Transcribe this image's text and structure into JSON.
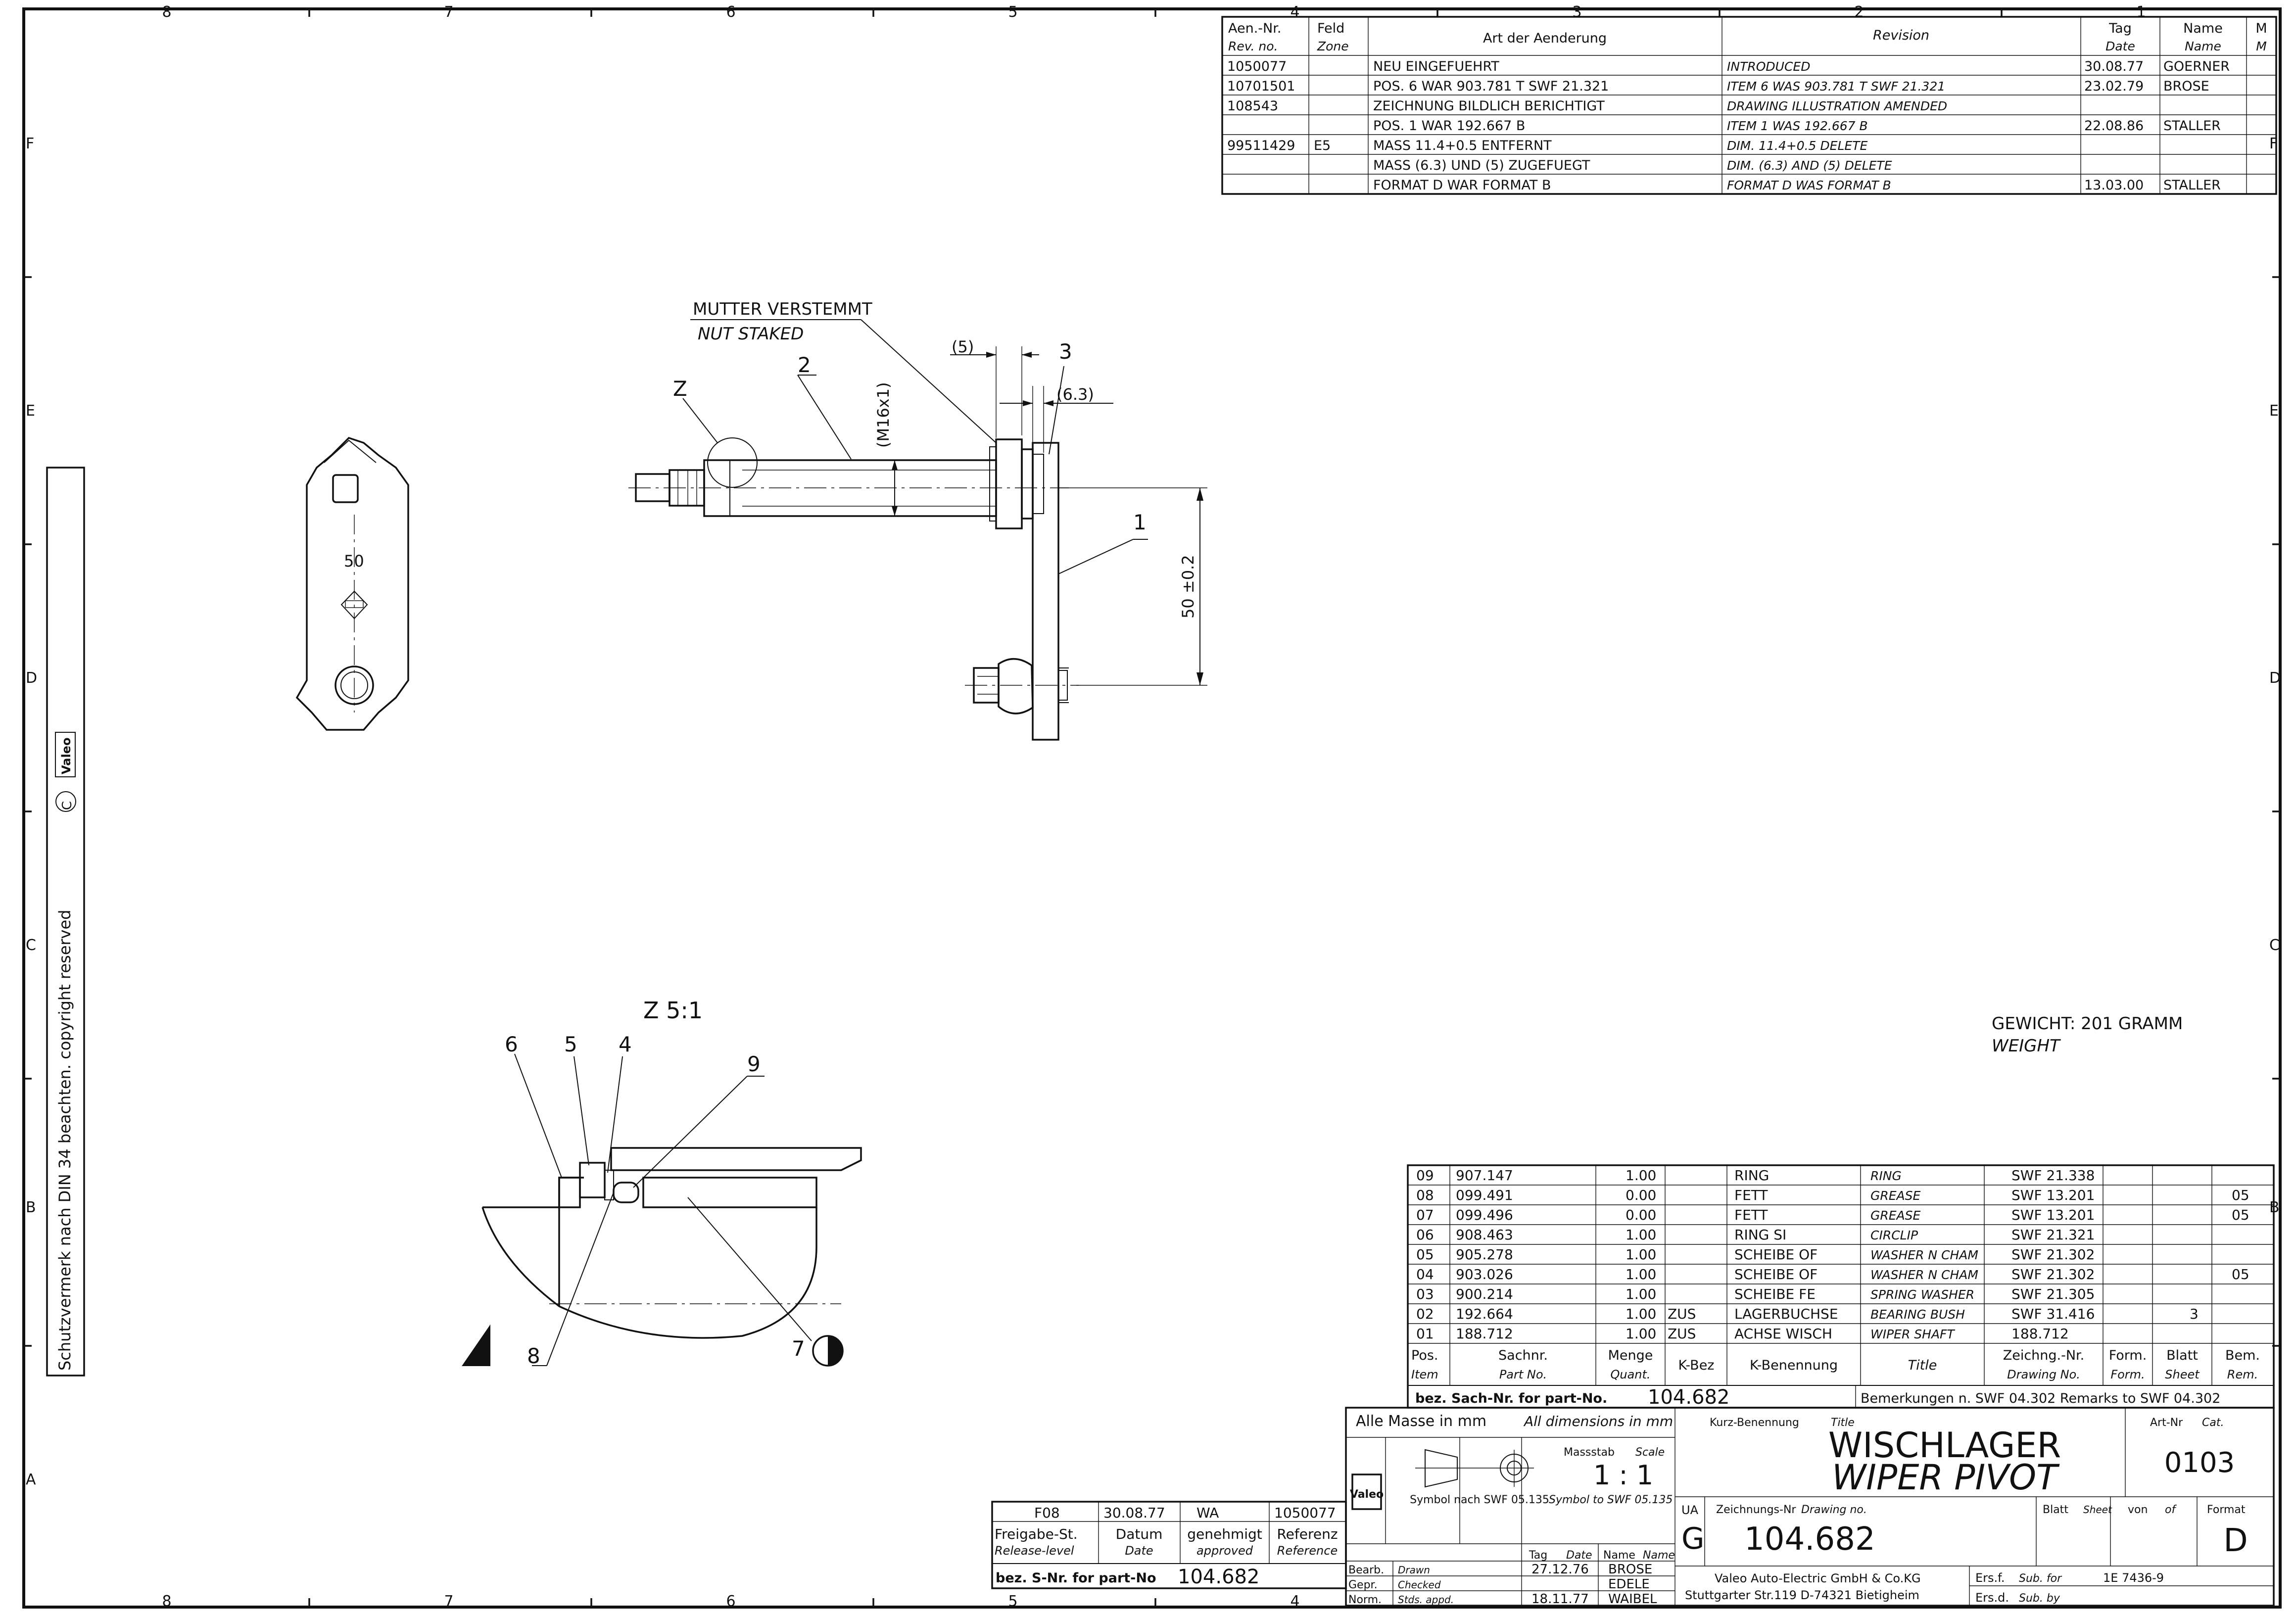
{
  "border": {
    "columns": [
      "8",
      "7",
      "6",
      "5",
      "4",
      "3",
      "2",
      "1"
    ],
    "rows": [
      "F",
      "E",
      "D",
      "C",
      "B",
      "A"
    ]
  },
  "copyright": {
    "text": "Schutzvermerk nach DIN 34 beachten.  copyright reserved",
    "brand": "Valeo"
  },
  "revision_table": {
    "headers": {
      "rev_no": "Aen.-Nr.",
      "rev_no_en": "Rev. no.",
      "zone": "Feld",
      "zone_en": "Zone",
      "change": "Art der Aenderung",
      "revision": "Revision",
      "date": "Tag",
      "date_en": "Date",
      "name": "Name",
      "name_en": "Name",
      "m": "M",
      "m_en": "M"
    },
    "rows": [
      {
        "rev_no": "1050077",
        "zone": "",
        "change": "NEU EINGEFUEHRT",
        "revision": "INTRODUCED",
        "date": "30.08.77",
        "name": "GOERNER"
      },
      {
        "rev_no": "10701501",
        "zone": "",
        "change": "POS. 6 WAR 903.781 T SWF 21.321",
        "revision": "ITEM 6 WAS 903.781 T SWF 21.321",
        "date": "23.02.79",
        "name": "BROSE"
      },
      {
        "rev_no": "108543",
        "zone": "",
        "change": "ZEICHNUNG BILDLICH BERICHTIGT",
        "revision": "DRAWING ILLUSTRATION AMENDED",
        "date": "",
        "name": ""
      },
      {
        "rev_no": "",
        "zone": "",
        "change": "POS. 1 WAR 192.667 B",
        "revision": "ITEM 1 WAS 192.667 B",
        "date": "22.08.86",
        "name": "STALLER"
      },
      {
        "rev_no": "99511429",
        "zone": "E5",
        "change": "MASS 11.4+0.5 ENTFERNT",
        "revision": "DIM. 11.4+0.5 DELETE",
        "date": "",
        "name": ""
      },
      {
        "rev_no": "",
        "zone": "",
        "change": "MASS (6.3) UND (5) ZUGEFUEGT",
        "revision": "DIM. (6.3) AND (5) DELETE",
        "date": "",
        "name": ""
      },
      {
        "rev_no": "",
        "zone": "",
        "change": "FORMAT D WAR FORMAT B",
        "revision": "FORMAT D WAS FORMAT B",
        "date": "13.03.00",
        "name": "STALLER"
      }
    ]
  },
  "drawing": {
    "note_de": "MUTTER VERSTEMMT",
    "note_en": "NUT STAKED",
    "dim_m16": "(M16x1)",
    "dim_5": "(5)",
    "dim_63": "(6.3)",
    "dim_50": "50 ±0.2",
    "front_50": "50",
    "detail_z": "Z",
    "callouts": {
      "c1": "1",
      "c2": "2",
      "c3": "3",
      "c4": "4",
      "c5": "5",
      "c6": "6",
      "c7": "7",
      "c8": "8",
      "c9": "9"
    },
    "detail_title": "Z 5:1"
  },
  "weight": {
    "label_de": "GEWICHT: 201 GRAMM",
    "label_en": "WEIGHT"
  },
  "parts_list": {
    "headers": {
      "pos": "Pos.",
      "pos_en": "Item",
      "part_no": "Sachnr.",
      "part_no_en": "Part No.",
      "qty": "Menge",
      "qty_en": "Quant.",
      "kbez": "K-Bez",
      "kname": "K-Benennung",
      "title": "Title",
      "drawing_no": "Zeichng.-Nr.",
      "drawing_no_en": "Drawing No.",
      "form": "Form.",
      "form_en": "Form.",
      "sheet": "Blatt",
      "sheet_en": "Sheet",
      "rem": "Bem.",
      "rem_en": "Rem."
    },
    "rows": [
      {
        "pos": "09",
        "part_no": "907.147",
        "qty": "1.00",
        "kbez": "",
        "name_de": "RING",
        "name_en": "RING",
        "dwg": "SWF 21.338",
        "form": "",
        "sheet": "",
        "rem": ""
      },
      {
        "pos": "08",
        "part_no": "099.491",
        "qty": "0.00",
        "kbez": "",
        "name_de": "FETT",
        "name_en": "GREASE",
        "dwg": "SWF 13.201",
        "form": "",
        "sheet": "",
        "rem": "05"
      },
      {
        "pos": "07",
        "part_no": "099.496",
        "qty": "0.00",
        "kbez": "",
        "name_de": "FETT",
        "name_en": "GREASE",
        "dwg": "SWF 13.201",
        "form": "",
        "sheet": "",
        "rem": "05"
      },
      {
        "pos": "06",
        "part_no": "908.463",
        "qty": "1.00",
        "kbez": "",
        "name_de": "RING SI",
        "name_en": "CIRCLIP",
        "dwg": "SWF 21.321",
        "form": "",
        "sheet": "",
        "rem": ""
      },
      {
        "pos": "05",
        "part_no": "905.278",
        "qty": "1.00",
        "kbez": "",
        "name_de": "SCHEIBE OF",
        "name_en": "WASHER N CHAM",
        "dwg": "SWF 21.302",
        "form": "",
        "sheet": "",
        "rem": ""
      },
      {
        "pos": "04",
        "part_no": "903.026",
        "qty": "1.00",
        "kbez": "",
        "name_de": "SCHEIBE OF",
        "name_en": "WASHER N CHAM",
        "dwg": "SWF 21.302",
        "form": "",
        "sheet": "",
        "rem": "05"
      },
      {
        "pos": "03",
        "part_no": "900.214",
        "qty": "1.00",
        "kbez": "",
        "name_de": "SCHEIBE FE",
        "name_en": "SPRING WASHER",
        "dwg": "SWF 21.305",
        "form": "",
        "sheet": "",
        "rem": ""
      },
      {
        "pos": "02",
        "part_no": "192.664",
        "qty": "1.00",
        "kbez": "ZUS",
        "name_de": "LAGERBUCHSE",
        "name_en": "BEARING BUSH",
        "dwg": "SWF 31.416",
        "form": "",
        "sheet": "3",
        "rem": ""
      },
      {
        "pos": "01",
        "part_no": "188.712",
        "qty": "1.00",
        "kbez": "ZUS",
        "name_de": "ACHSE WISCH",
        "name_en": "WIPER SHAFT",
        "dwg": "188.712",
        "form": "",
        "sheet": "",
        "rem": ""
      }
    ],
    "bez_label": "bez. Sach-Nr. for part-No.",
    "bez_value": "104.682",
    "remarks": "Bemerkungen n. SWF 04.302 Remarks to SWF 04.302"
  },
  "title_block": {
    "dims_note_de": "Alle Masse in mm",
    "dims_note_en": "All dimensions in mm",
    "scale_label": "Massstab",
    "scale_label_en": "Scale",
    "scale": "1 : 1",
    "symbol_de": "Symbol nach SWF 05.135",
    "symbol_en": "Symbol to SWF 05.135",
    "short_name_label": "Kurz-Benennung",
    "title_label": "Title",
    "title_de": "WISCHLAGER",
    "title_en": "WIPER PIVOT",
    "cat_label": "Art-Nr",
    "cat_label_en": "Cat.",
    "cat_no": "0103",
    "ua_label": "UA",
    "ua_value": "G",
    "drawing_no_label": "Zeichnungs-Nr",
    "drawing_no_label_en": "Drawing no.",
    "drawing_no": "104.682",
    "sheet_label": "Blatt",
    "sheet_label_en": "Sheet",
    "of_label": "von",
    "of_label_en": "of",
    "format_label": "Format",
    "format": "D",
    "company_line1": "Valeo Auto-Electric GmbH & Co.KG",
    "company_line2": "Stuttgarter Str.119  D-74321 Bietigheim",
    "ers_f_label": "Ers.f.",
    "ers_f_label_en": "Sub. for",
    "ers_f_value": "1E 7436-9",
    "ers_d_label": "Ers.d.",
    "ers_d_label_en": "Sub. by",
    "date_label": "Tag",
    "date_label_en": "Date",
    "name_label": "Name",
    "name_label_en": "Name",
    "drawn_label": "Bearb.",
    "drawn_label_en": "Drawn",
    "drawn_date": "27.12.76",
    "drawn_name": "BROSE",
    "checked_label": "Gepr.",
    "checked_label_en": "Checked",
    "checked_name": "EDELE",
    "norm_label": "Norm.",
    "norm_label_en": "Stds. appd.",
    "norm_date": "18.11.77",
    "norm_name": "WAIBEL",
    "valeo": "Valeo"
  },
  "release_block": {
    "release_level": "F08",
    "date": "30.08.77",
    "approved": "WA",
    "reference": "1050077",
    "h_release": "Freigabe-St.",
    "h_release_en": "Release-level",
    "h_date": "Datum",
    "h_date_en": "Date",
    "h_approved": "genehmigt",
    "h_approved_en": "approved",
    "h_reference": "Referenz",
    "h_reference_en": "Reference",
    "bez_label": "bez. S-Nr. for part-No",
    "bez_value": "104.682"
  }
}
